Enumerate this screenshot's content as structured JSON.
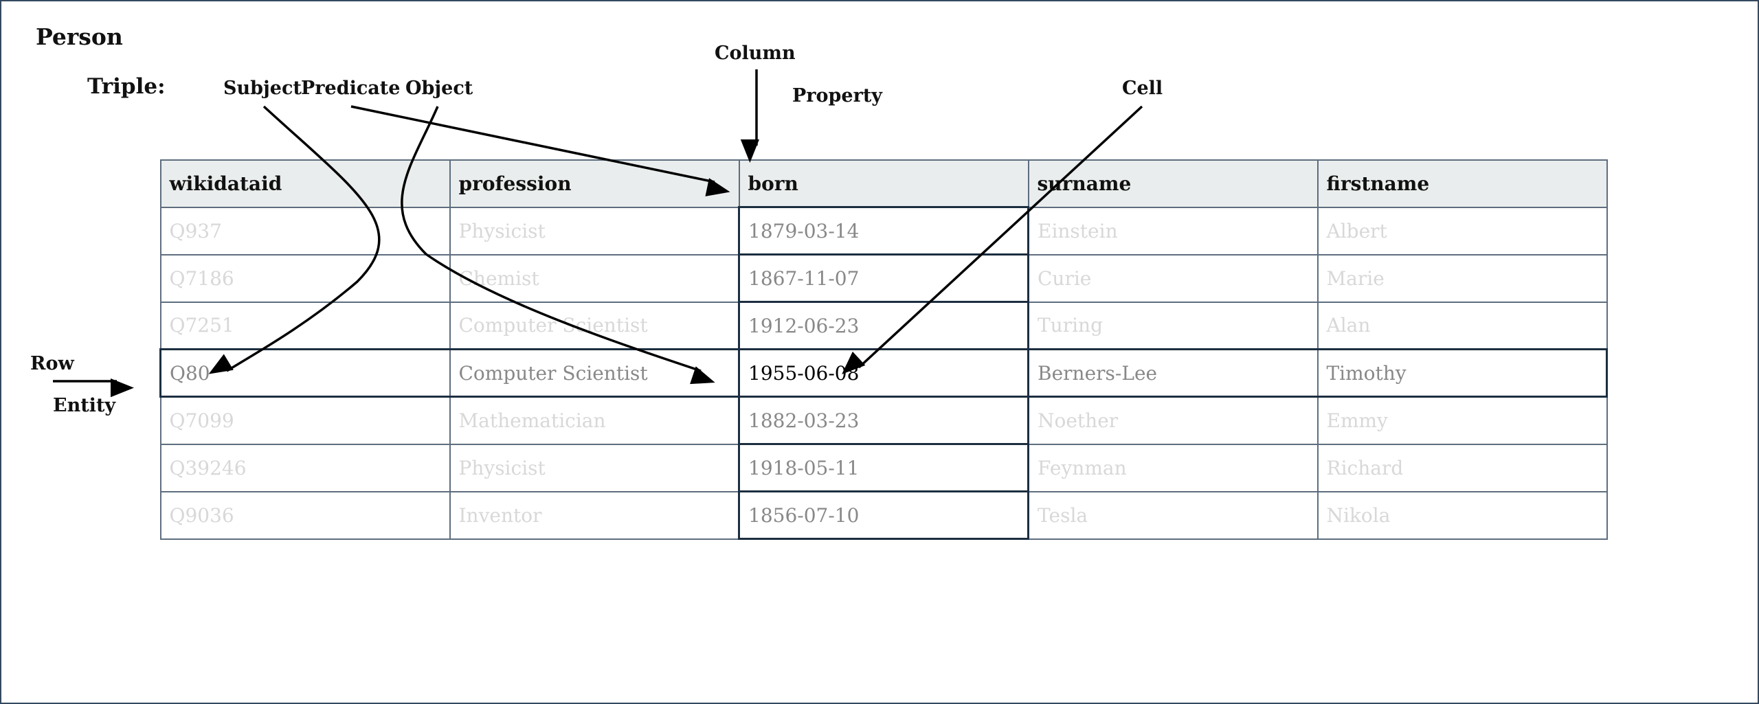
{
  "title": "Person",
  "triple_label": "Triple:",
  "triple": {
    "subject": "Subject",
    "predicate": "Predicate",
    "object": "Object"
  },
  "annotations": {
    "column": "Column",
    "property": "Property",
    "cell": "Cell",
    "row": "Row",
    "entity": "Entity"
  },
  "table": {
    "headers": [
      "wikidataid",
      "profession",
      "born",
      "surname",
      "firstname"
    ],
    "rows": [
      [
        "Q937",
        "Physicist",
        "1879-03-14",
        "Einstein",
        "Albert"
      ],
      [
        "Q7186",
        "Chemist",
        "1867-11-07",
        "Curie",
        "Marie"
      ],
      [
        "Q7251",
        "Computer Scientist",
        "1912-06-23",
        "Turing",
        "Alan"
      ],
      [
        "Q80",
        "Computer Scientist",
        "1955-06-08",
        "Berners-Lee",
        "Timothy"
      ],
      [
        "Q7099",
        "Mathematician",
        "1882-03-23",
        "Noether",
        "Emmy"
      ],
      [
        "Q39246",
        "Physicist",
        "1918-05-11",
        "Feynman",
        "Richard"
      ],
      [
        "Q9036",
        "Inventor",
        "1856-07-10",
        "Tesla",
        "Nikola"
      ]
    ]
  }
}
